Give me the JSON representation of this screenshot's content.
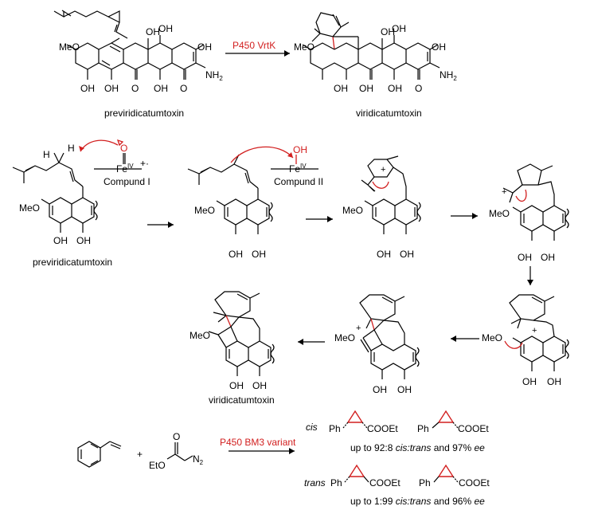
{
  "top_reaction": {
    "substrate_name": "previridicatumtoxin",
    "product_name": "viridicatumtoxin",
    "enzyme": "P450 VrtK",
    "labels": {
      "oh": "OH",
      "meo": "MeO",
      "nh2": "NH",
      "o": "O"
    }
  },
  "mechanism": {
    "compound_i": "Compund I",
    "compound_ii": "Compund II",
    "fe": "Fe",
    "fe_ox": "IV",
    "radical_cation": "+·",
    "h": "H",
    "oh": "OH",
    "o": "O",
    "meo": "MeO",
    "substrate_name": "previridicatumtoxin",
    "product_name": "viridicatumtoxin",
    "plus": "+"
  },
  "bottom_reaction": {
    "reagent": "EtO",
    "n2": "N",
    "enzyme": "P450 BM3 variant",
    "cis_label": "cis",
    "trans_label": "trans",
    "ph": "Ph",
    "cooet": "COOEt",
    "cis_result_prefix": "up to 92:8 ",
    "cis_result_ratio": "cis:trans",
    "cis_result_suffix": " and 97% ",
    "trans_result_prefix": "up to 1:99 ",
    "trans_result_ratio": "cis:trans",
    "trans_result_suffix": " and 96% ",
    "ee": "ee",
    "plus": "+"
  },
  "colors": {
    "highlight": "#d21f1f",
    "ink": "#000000"
  }
}
